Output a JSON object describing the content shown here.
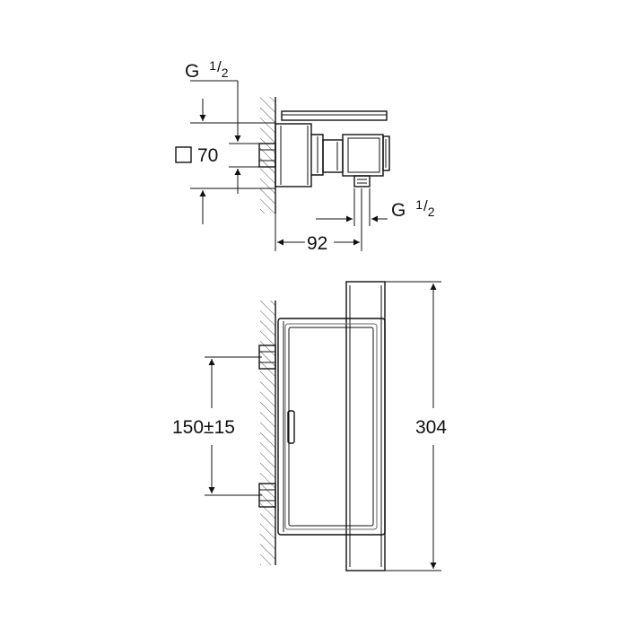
{
  "side_view": {
    "inlet_label": "G",
    "inlet_sup": "1",
    "inlet_sub": "2",
    "square_label": "70",
    "depth_label": "92",
    "outlet_label": "G",
    "outlet_sup": "1",
    "outlet_sub": "2"
  },
  "front_view": {
    "spacing_label": "150±15",
    "height_label": "304"
  },
  "colors": {
    "line": "#111111",
    "hatch": "#555555",
    "background": "#ffffff"
  }
}
